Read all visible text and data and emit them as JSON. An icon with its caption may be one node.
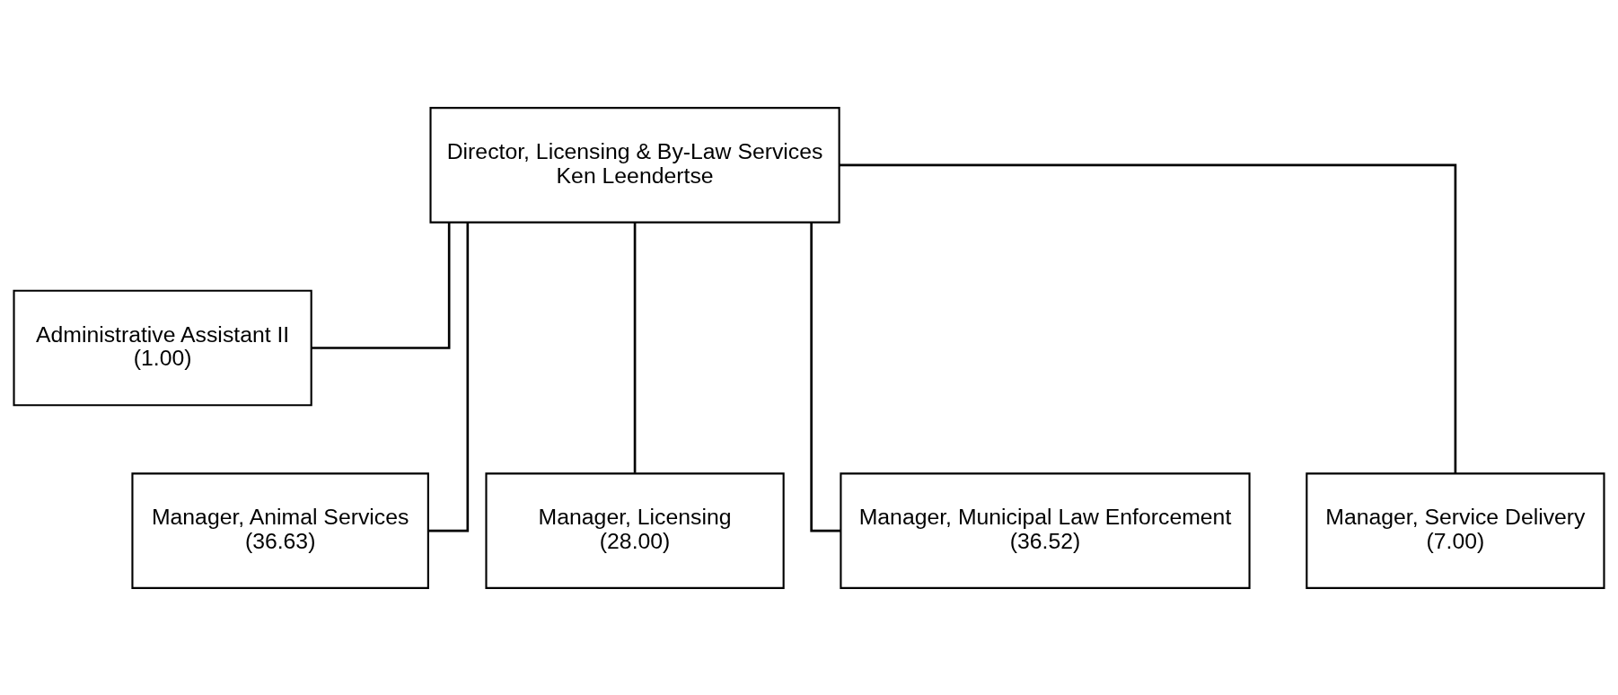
{
  "diagram": {
    "nodes": [
      {
        "text": [
          "Director, Licensing & By-Law Services",
          "Ken Leendertse"
        ]
      },
      {
        "text": [
          "Administrative Assistant II",
          "(1.00)"
        ]
      },
      {
        "text": [
          "Manager, Animal Services",
          "(36.63)"
        ]
      },
      {
        "text": [
          "Manager, Licensing",
          "(28.00)"
        ]
      },
      {
        "text": [
          "Manager, Municipal Law Enforcement",
          "(36.52)"
        ]
      },
      {
        "text": [
          "Manager, Service Delivery",
          "(7.00)"
        ]
      }
    ],
    "edges": [
      {
        "from": 0,
        "to": 1,
        "arrow": "none"
      },
      {
        "from": 0,
        "to": 2,
        "arrow": "none"
      },
      {
        "from": 0,
        "to": 3,
        "arrow": "none"
      },
      {
        "from": 0,
        "to": 4,
        "arrow": "none"
      },
      {
        "from": 0,
        "to": 5,
        "arrow": "none"
      }
    ]
  }
}
